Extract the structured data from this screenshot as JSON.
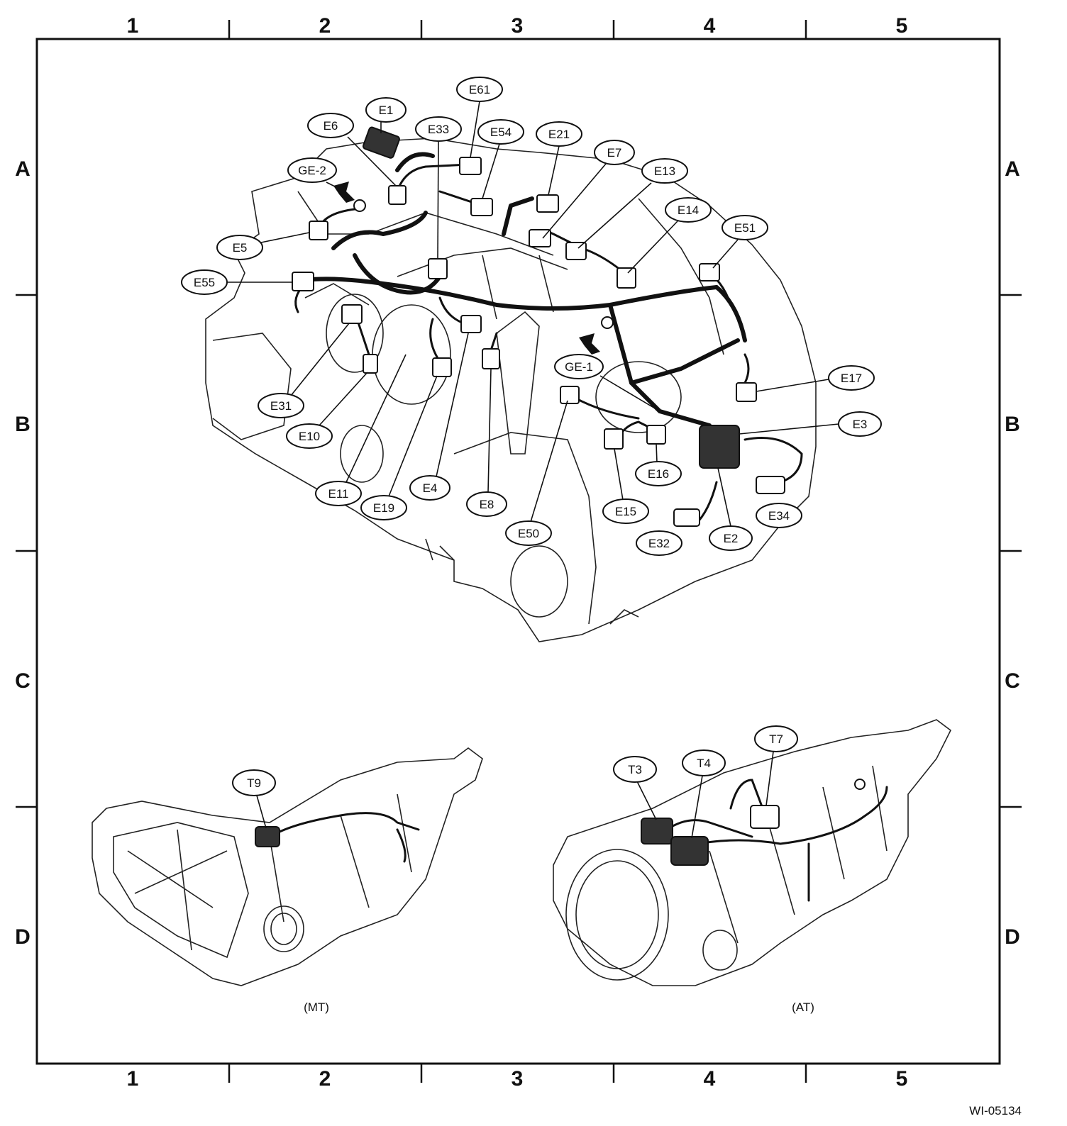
{
  "grid": {
    "columns": [
      "1",
      "2",
      "3",
      "4",
      "5"
    ],
    "rows": [
      "A",
      "B",
      "C",
      "D"
    ]
  },
  "callouts": {
    "engine": [
      "E1",
      "E6",
      "E61",
      "E33",
      "E54",
      "E21",
      "E7",
      "E13",
      "E14",
      "E51",
      "GE-2",
      "E5",
      "E55",
      "E31",
      "E10",
      "E11",
      "E19",
      "E4",
      "E8",
      "E50",
      "GE-1",
      "E17",
      "E3",
      "E16",
      "E15",
      "E32",
      "E2",
      "E34"
    ],
    "mt": [
      "T9"
    ],
    "at": [
      "T3",
      "T4",
      "T7"
    ]
  },
  "labels": {
    "mt": "(MT)",
    "at": "(AT)"
  },
  "figure_id": "WI-05134"
}
